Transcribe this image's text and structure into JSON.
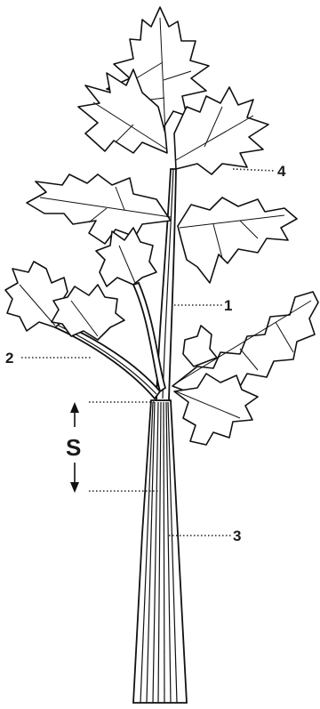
{
  "labels": {
    "petiole_upper": "1",
    "petiole_lower": "2",
    "petiole_base": "3",
    "leaflet": "4",
    "segment": "S"
  }
}
